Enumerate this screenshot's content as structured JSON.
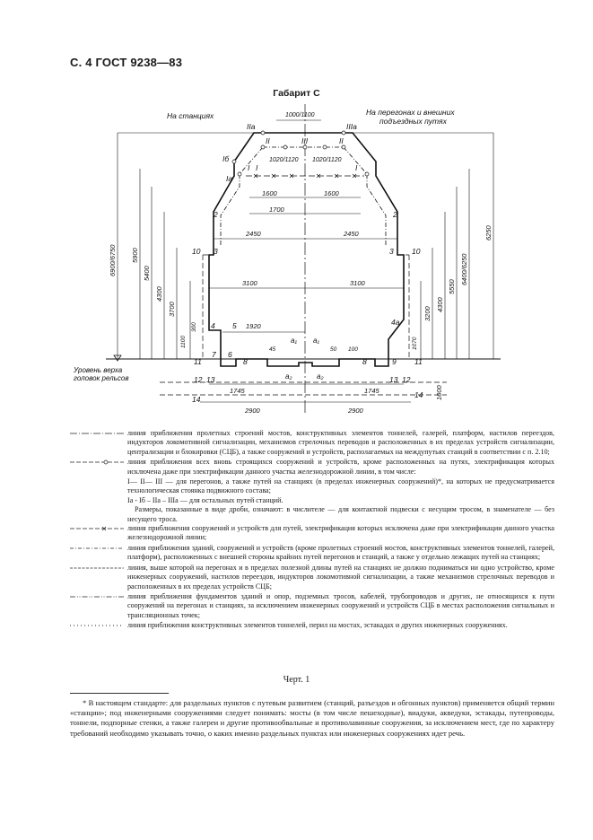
{
  "page": {
    "header": "С. 4 ГОСТ 9238—83",
    "figure_title": "Габарит С",
    "caption": "Черт. 1"
  },
  "diagram": {
    "left_title": "На станциях",
    "right_title": [
      "На перегонах и внешних",
      "подъездных путях"
    ],
    "top_dims": [
      "1000/1100",
      "1020/1120",
      "1020/1120"
    ],
    "widths": [
      "1600",
      "1600",
      "1700",
      "2450",
      "2450",
      "3100",
      "3100",
      "1920",
      "1745",
      "1745",
      "2900",
      "2900"
    ],
    "small_dims": [
      "45",
      "50",
      "100",
      "300",
      "100",
      "1070"
    ],
    "a_labels": [
      "a₁",
      "a₁",
      "a₂",
      "a₂"
    ],
    "left_heights": [
      "6900/6750",
      "5900",
      "5400",
      "4300",
      "3700",
      "1100"
    ],
    "right_heights": [
      "6250",
      "6400/6250",
      "5550",
      "4300",
      "3200",
      "1000"
    ],
    "point_labels": [
      "IIа",
      "IIIа",
      "II",
      "III",
      "II",
      "Iб",
      "Iа",
      "I",
      "I",
      "I",
      "2",
      "2",
      "3",
      "3",
      "10",
      "10",
      "4",
      "4а",
      "5",
      "6",
      "7",
      "8",
      "8",
      "9",
      "11",
      "11",
      "12",
      "12",
      "13",
      "13",
      "14",
      "14"
    ],
    "rail_label": [
      "Уровень верха",
      "головок рельсов"
    ]
  },
  "legend": [
    {
      "style": "dashdot",
      "text": "линия приближения пролетных строений мостов, конструктивных элементов тоннелей, галерей, платформ, настилов переездов, индукторов локомотивной сигнализации, механизмов стрелочных переводов и расположенных в их пределах устройств сигнализации, централизации и блокировки (СЦБ), а также сооружений и устройств, располагаемых на междупутьях станций в соответствии с п. 2.10;"
    },
    {
      "style": "dash-circle",
      "text": "линия приближения всех вновь строящихся сооружений и устройств, кроме расположенных на путях, электрификация которых исключена даже при электрификации данного участка железнодорожной линии, в том числе:"
    },
    {
      "style": "none",
      "text": "I— II— III — для перегонов, а также путей на станциях (в пределах инженерных сооружений)*, на которых не предусматривается технологическая стоянка подвижного состава;"
    },
    {
      "style": "none",
      "text": "Iа - Iб – IIа – IIIа — для остальных путей станций."
    },
    {
      "style": "none",
      "text": "Размеры, показанные в виде дроби, означают: в числителе — для контактной подвески с несущим тросом, в знаменателе — без несущего троса."
    },
    {
      "style": "dash-cross",
      "text": "линия приближения сооружений и устройств для путей, электрификация которых исключена даже при электрификации данного участка железнодорожной линии;"
    },
    {
      "style": "dashdot2",
      "text": "линия приближения зданий, сооружений и устройств (кроме пролетных строений мостов, конструктивных элементов тоннелей, галерей, платформ), расположенных с внешней стороны крайних путей перегонов и станций, а также у отдельно лежащих путей на станциях;"
    },
    {
      "style": "longdash",
      "text": "линия, выше которой на перегонах и в пределах полезной длины путей на станциях не должно подниматься ни одно устройство, кроме инженерных сооружений, настилов переездов, индукторов локомотивной сигнализации, а также механизмов стрелочных переводов и расположенных в их пределах устройств СЦБ;"
    },
    {
      "style": "dashdotdot",
      "text": "линия приближения фундаментов зданий и опор, подземных тросов, кабелей, трубопроводов и других, не относящихся к пути сооружений на перегонах и станциях, за исключением инженерных сооружений и устройств СЦБ в местах расположения сигнальных и трансляционных точек;"
    },
    {
      "style": "dotted",
      "text": "линия приближения конструктивных элементов тоннелей, перил на мостах, эстакадах и других инженерных сооружениях."
    }
  ],
  "footnote": "* В настоящем стандарте: для раздельных пунктов с путевым развитием (станций, разъездов и обгонных пунктов) применяется общий термин «станции»; под инженерными сооружениями следует понимать: мосты (в том числе пешеходные), виадуки, акведуки, эстакады, путепроводы, тоннели, подпорные стенки, а также галереи и другие противообвальные и противолавинные сооружения, за исключением мест, где по характеру требований необходимо указывать точно, о каких именно раздельных пунктах или инженерных сооружениях идет речь."
}
